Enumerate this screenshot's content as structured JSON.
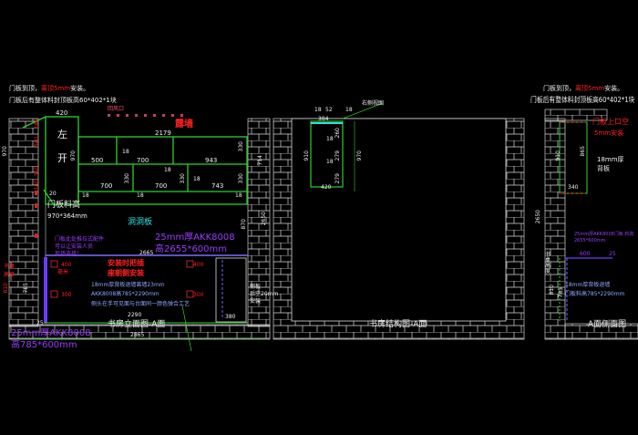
{
  "left": {
    "note1a": "门板到顶，",
    "note1b": "离顶5mm",
    "note1c": "安装。",
    "note2": "门板后有整体料封顶板高60*402*1块",
    "vent": "回风口",
    "beam": "露墙",
    "door_left": "左",
    "door_open": "开",
    "door_h_label": "门板料高",
    "door_size": "970*364mm",
    "dims": {
      "d420": "420",
      "d2179": "2179",
      "d500": "500",
      "d700a": "700",
      "d943": "943",
      "d700b": "700",
      "d700c": "700",
      "d743": "743",
      "d970a": "970",
      "d970b": "970",
      "d140a": "140",
      "d340": "340",
      "d350": "350",
      "d140b": "140",
      "d20": "20",
      "d18a": "18",
      "d18b": "18",
      "d18c": "18",
      "d18d": "18",
      "d18e": "18",
      "d18f": "18",
      "d330a": "330",
      "d330b": "330",
      "d330c": "330",
      "d330d": "330",
      "d714": "714",
      "d870": "870",
      "d2650": "2650",
      "d2665": "2665",
      "d2290": "2290",
      "d2865": "2865",
      "d810": "810",
      "d785": "785",
      "d25": "25",
      "d380": "380",
      "d400a": "400",
      "d400b": "400",
      "d300a": "300",
      "d300b": "300"
    },
    "hole_board": "洞洞板",
    "panel_spec1": "25mm厚AKK8008",
    "panel_spec2": "高2655*600mm",
    "door_note": [
      "门板此处推拉式配件",
      "可以让安装人员",
      "现场选择！"
    ],
    "handle1": "安装时把插",
    "handle2": "座朝侧安装",
    "mm": "毫米",
    "desk_note": [
      "18mm厚背板退墙离墙23mm",
      "AKK8008高785*2290mm",
      "侧头在手可见面与台面同一颜色弹合工艺"
    ],
    "desk_label1": "书桌",
    "desk_label2": "高度",
    "side_note": [
      "侧板",
      "后空20mm",
      "安装"
    ],
    "bottom_spec1": "25mm厚AKK8008",
    "bottom_spec2": "高785*600mm",
    "title": "书房立面图-A面"
  },
  "middle": {
    "title": "书房结构图-A面",
    "label": "右侧视图",
    "d18a": "18",
    "d18b": "18",
    "d52": "52",
    "d384": "384",
    "d260": "260",
    "d18c": "18",
    "d279a": "279",
    "d18d": "18",
    "d279b": "279",
    "d910": "910",
    "d970": "970",
    "d420": "420"
  },
  "right": {
    "note1a": "门板到顶，",
    "note1b": "离顶5mm",
    "note1c": "安装。",
    "note2": "门板后有整体料封顶板高60*402*1块",
    "gap1": "门板上口空",
    "gap2": "5mm安装",
    "back1": "18mm厚",
    "back2": "背板",
    "d910": "910",
    "d865": "865",
    "d340": "340",
    "d2650": "2650",
    "d600": "600",
    "d810": "810",
    "d785": "785",
    "d25": "25",
    "spec": [
      "25mm厚AKK8008门板 料高",
      "2655*600mm"
    ],
    "desk": [
      "18mm厚背板退墙",
      "门板料高785*2290mm"
    ],
    "desk_label": "书桌高度",
    "title": "A面侧面图"
  }
}
